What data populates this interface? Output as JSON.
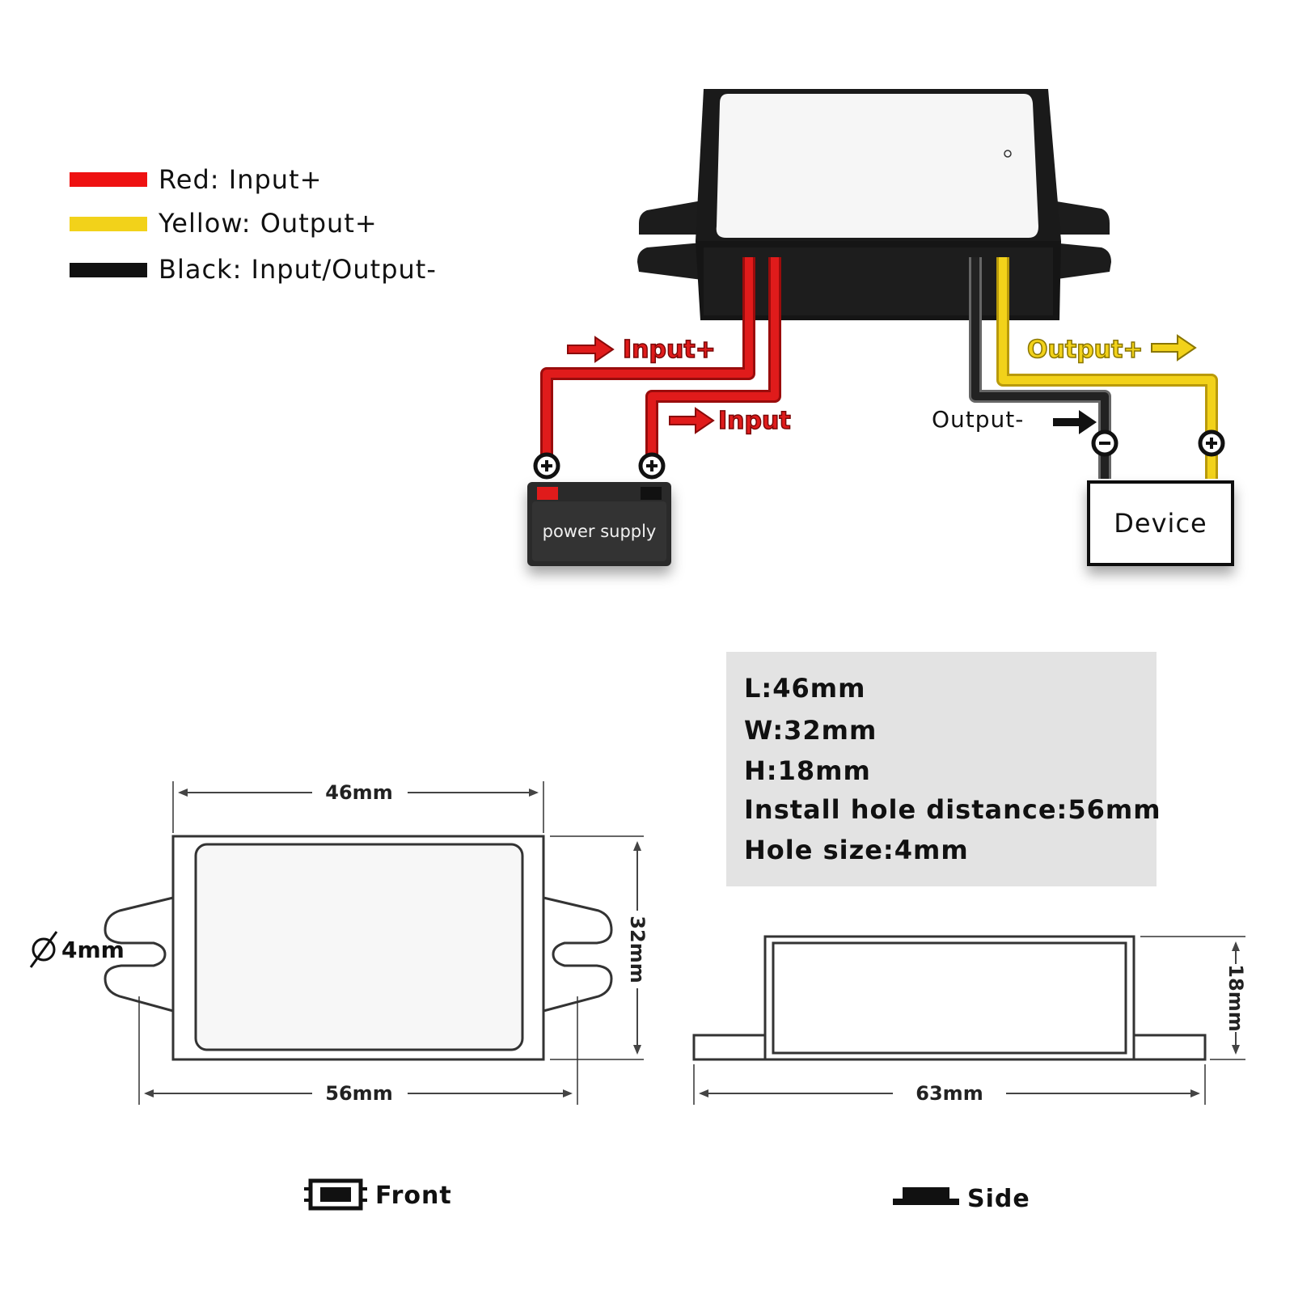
{
  "legend": {
    "items": [
      {
        "label": "Red: Input+",
        "color": "#ee1111"
      },
      {
        "label": "Yellow: Output+",
        "color": "#f2d21a"
      },
      {
        "label": "Black: Input/Output-",
        "color": "#111111"
      }
    ]
  },
  "wiring": {
    "input_plus_label": "Input+",
    "input_label": "Input",
    "output_plus_label": "Output+",
    "output_minus_label": "Output-",
    "power_supply_label": "power supply",
    "device_label": "Device",
    "colors": {
      "red": "#e01b1b",
      "yellow": "#f2d21a",
      "black": "#222222"
    }
  },
  "specs": {
    "lines": [
      "L:46mm",
      "W:32mm",
      "H:18mm",
      "Install hole distance:56mm",
      "Hole size:4mm"
    ]
  },
  "front_view": {
    "width_label": "46mm",
    "hole_distance_label": "56mm",
    "height_label": "32mm",
    "hole_size_label": "4mm",
    "view_label": "Front"
  },
  "side_view": {
    "length_label": "63mm",
    "height_label": "18mm",
    "view_label": "Side"
  }
}
